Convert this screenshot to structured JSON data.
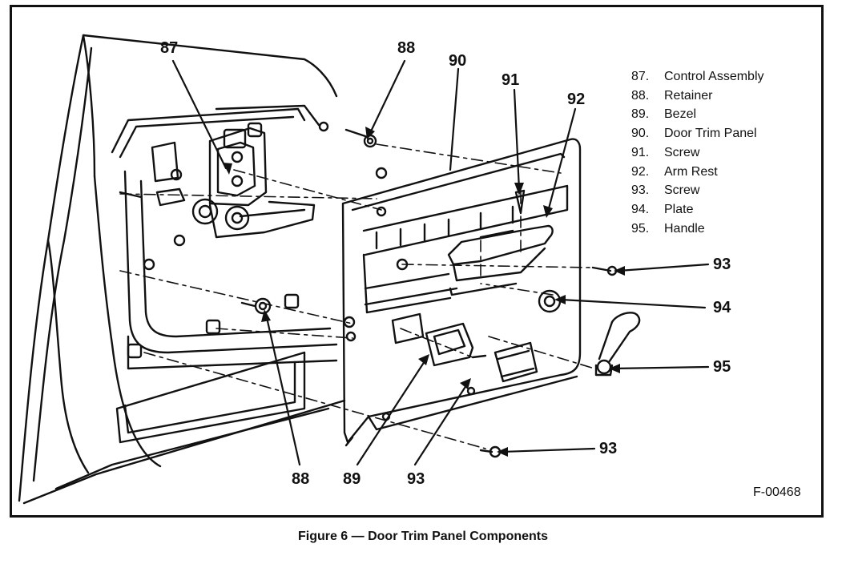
{
  "callouts": {
    "c87_top": "87",
    "c88_top": "88",
    "c90": "90",
    "c91": "91",
    "c92": "92",
    "c93_right": "93",
    "c94": "94",
    "c95": "95",
    "c93_bottom_right": "93",
    "c88_bottom": "88",
    "c89": "89",
    "c93_bottom": "93"
  },
  "legend": [
    {
      "num": "87.",
      "label": "Control Assembly"
    },
    {
      "num": "88.",
      "label": "Retainer"
    },
    {
      "num": "89.",
      "label": "Bezel"
    },
    {
      "num": "90.",
      "label": "Door Trim Panel"
    },
    {
      "num": "91.",
      "label": "Screw"
    },
    {
      "num": "92.",
      "label": "Arm Rest"
    },
    {
      "num": "93.",
      "label": "Screw"
    },
    {
      "num": "94.",
      "label": "Plate"
    },
    {
      "num": "95.",
      "label": "Handle"
    }
  ],
  "figure_code": "F-00468",
  "caption": "Figure 6 — Door Trim Panel Components"
}
